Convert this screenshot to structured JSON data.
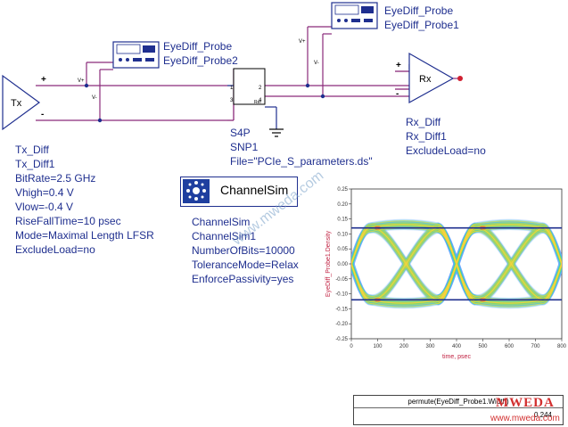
{
  "tx": {
    "symbol": "Tx",
    "name": "Tx_Diff",
    "instance": "Tx_Diff1",
    "params": [
      "BitRate=2.5 GHz",
      "Vhigh=0.4 V",
      "Vlow=-0.4 V",
      "RiseFallTime=10 psec",
      "Mode=Maximal Length LFSR",
      "ExcludeLoad=no"
    ]
  },
  "probe1": {
    "name": "EyeDiff_Probe",
    "instance": "EyeDiff_Probe1"
  },
  "probe2": {
    "name": "EyeDiff_Probe",
    "instance": "EyeDiff_Probe2"
  },
  "s4p": {
    "name": "S4P",
    "instance": "SNP1",
    "file": "File=\"PCIe_S_parameters.ds\"",
    "ports": [
      "1",
      "2",
      "3",
      "4"
    ],
    "ref": "Ref"
  },
  "rx": {
    "symbol": "Rx",
    "name": "Rx_Diff",
    "instance": "Rx_Diff1",
    "param": "ExcludeLoad=no"
  },
  "channelsim": {
    "title": "ChannelSim",
    "name": "ChannelSim",
    "instance": "ChannelSim1",
    "params": [
      "NumberOfBits=10000",
      "ToleranceMode=Relax",
      "EnforcePassivity=yes"
    ]
  },
  "pins": {
    "vplus": "V+",
    "vminus": "V-",
    "plus": "+",
    "minus": "-"
  },
  "permute": {
    "header": "permute(EyeDiff_Probe1.Width)",
    "value": "0.244"
  },
  "watermark": {
    "text": "www.mweda.com"
  },
  "logo": {
    "text": "MWEDA",
    "url": "www.mweda.com"
  },
  "colors": {
    "wire": "#8a2a7a",
    "wire_blue": "#1f2f8f",
    "label": "#1f2f8f"
  },
  "chart_data": {
    "type": "heatmap",
    "xlabel": "time, psec",
    "ylabel": "EyeDiff_Probe1.Density",
    "xlim": [
      0,
      800
    ],
    "ylim": [
      -0.25,
      0.25
    ],
    "xticks": [
      0,
      100,
      200,
      300,
      400,
      500,
      600,
      700,
      800
    ],
    "yticks": [
      "0.25",
      "0.20",
      "0.15",
      "0.10",
      "0.05",
      "0.00",
      "-0.05",
      "-0.10",
      "-0.15",
      "-0.20",
      "-0.25"
    ],
    "rails": [
      0.12,
      -0.12
    ],
    "crossings": [
      0,
      400,
      800
    ],
    "ref_lines": [
      0.12,
      -0.12
    ],
    "grid": false
  }
}
